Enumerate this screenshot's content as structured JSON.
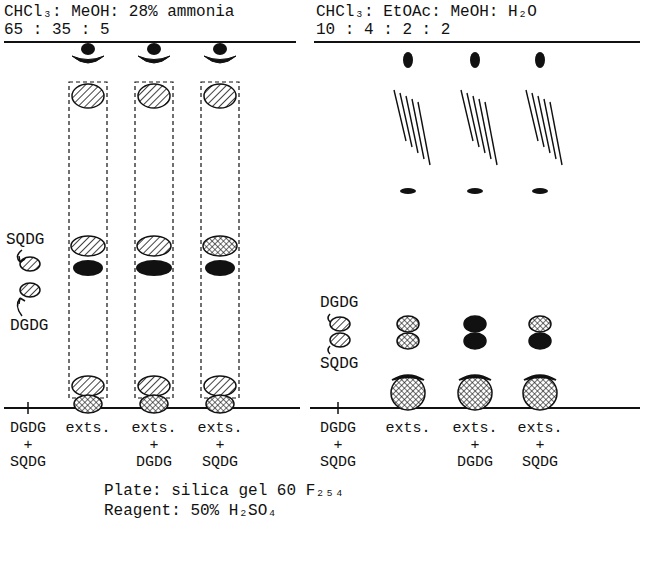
{
  "diagram": {
    "labels": [
      "CHCl₃: MeOH: 28% ammonia",
      "65 : 35 : 5",
      "CHCl₃: EtOAc: MeOH: H₂O",
      "10 : 4 : 2 : 2",
      "SQDG",
      "DGDG",
      "DGDG",
      "SQDG",
      "DGDG + SQDG",
      "exts.",
      "exts. + DGDG",
      "exts. + SQDG",
      "DGDG + SQDG",
      "exts.",
      "exts. + DGDG",
      "exts. + SQDG",
      "Plate: silica gel 60 F₂₅₄",
      "Reagent: 50% H₂SO₄"
    ]
  }
}
